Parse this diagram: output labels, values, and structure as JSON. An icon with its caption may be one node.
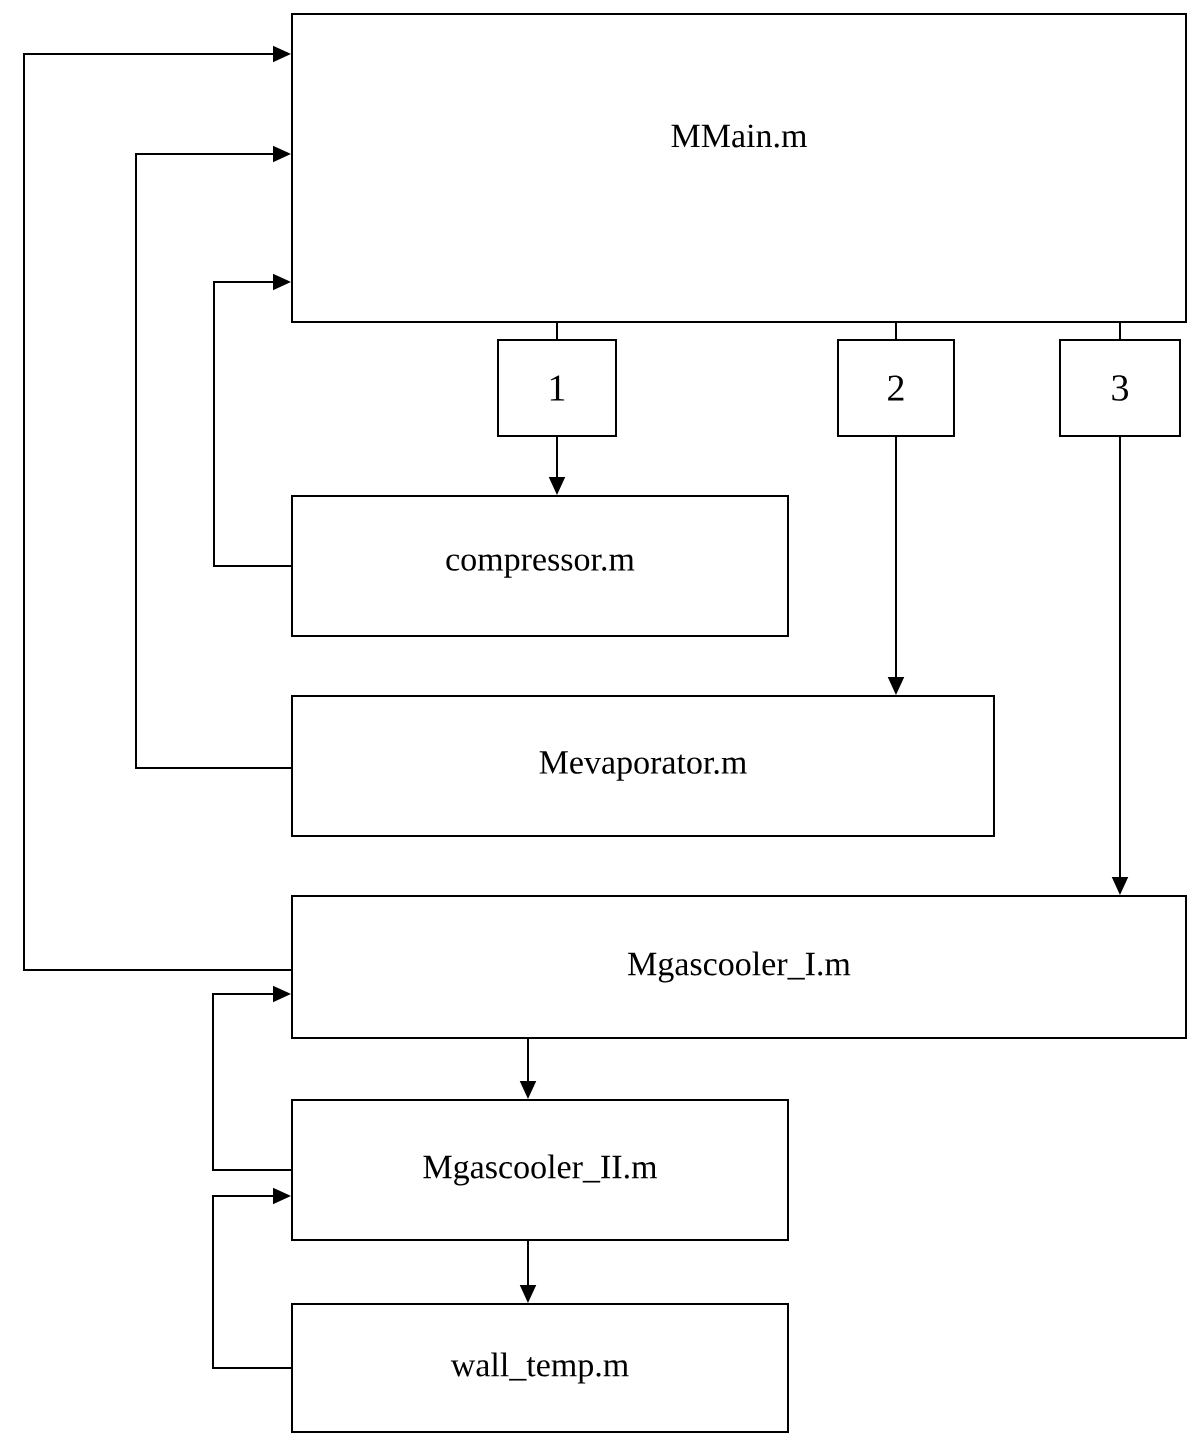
{
  "diagram": {
    "nodes": [
      {
        "text": [
          "MMain.m"
        ]
      },
      {
        "text": [
          "1"
        ]
      },
      {
        "text": [
          "2"
        ]
      },
      {
        "text": [
          "3"
        ]
      },
      {
        "text": [
          "compressor.m"
        ]
      },
      {
        "text": [
          "Mevaporator.m"
        ]
      },
      {
        "text": [
          "Mgascooler_I.m"
        ]
      },
      {
        "text": [
          "Mgascooler_II.m"
        ]
      },
      {
        "text": [
          "wall_temp.m"
        ]
      }
    ],
    "edges": [
      {
        "from": 0,
        "to": 1,
        "arrow": "none"
      },
      {
        "from": 1,
        "to": 4,
        "arrow": "to"
      },
      {
        "from": 0,
        "to": 2,
        "arrow": "none"
      },
      {
        "from": 2,
        "to": 5,
        "arrow": "to"
      },
      {
        "from": 0,
        "to": 3,
        "arrow": "none"
      },
      {
        "from": 3,
        "to": 6,
        "arrow": "to"
      },
      {
        "from": 4,
        "to": 0,
        "arrow": "to"
      },
      {
        "from": 5,
        "to": 0,
        "arrow": "to"
      },
      {
        "from": 6,
        "to": 0,
        "arrow": "to"
      },
      {
        "from": 6,
        "to": 7,
        "arrow": "to"
      },
      {
        "from": 7,
        "to": 6,
        "arrow": "to"
      },
      {
        "from": 7,
        "to": 8,
        "arrow": "to"
      },
      {
        "from": 8,
        "to": 7,
        "arrow": "to"
      }
    ]
  }
}
